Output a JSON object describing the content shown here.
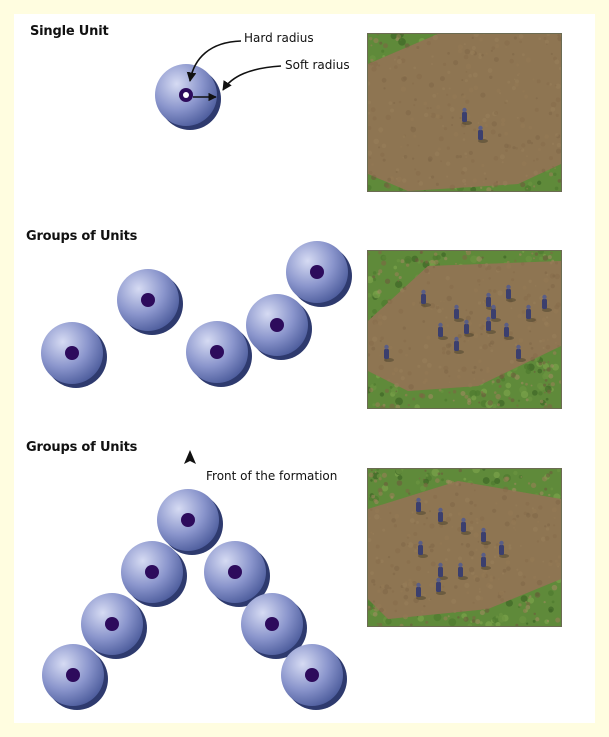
{
  "colors": {
    "border": "#fffde0",
    "unit_light": "#c9cfee",
    "unit_dark": "#4b5c9d",
    "unit_shadow": "#2e3a6e",
    "core": "#2d0b5c",
    "grass": "#5f8a3a",
    "dirt": "#8e7552",
    "soldier": "#3b3f6e"
  },
  "sections": [
    {
      "heading": "Single Unit",
      "screenshot_icon": "terrain-screenshot"
    },
    {
      "heading": "Groups of Units",
      "screenshot_icon": "terrain-screenshot"
    },
    {
      "heading": "Groups of Units",
      "screenshot_icon": "terrain-screenshot"
    }
  ],
  "labels": {
    "hard_radius": "Hard radius",
    "soft_radius": "Soft radius",
    "front_of_formation": "Front of the formation"
  },
  "icons": {
    "formation_arrow": "arrowhead-up-icon"
  }
}
